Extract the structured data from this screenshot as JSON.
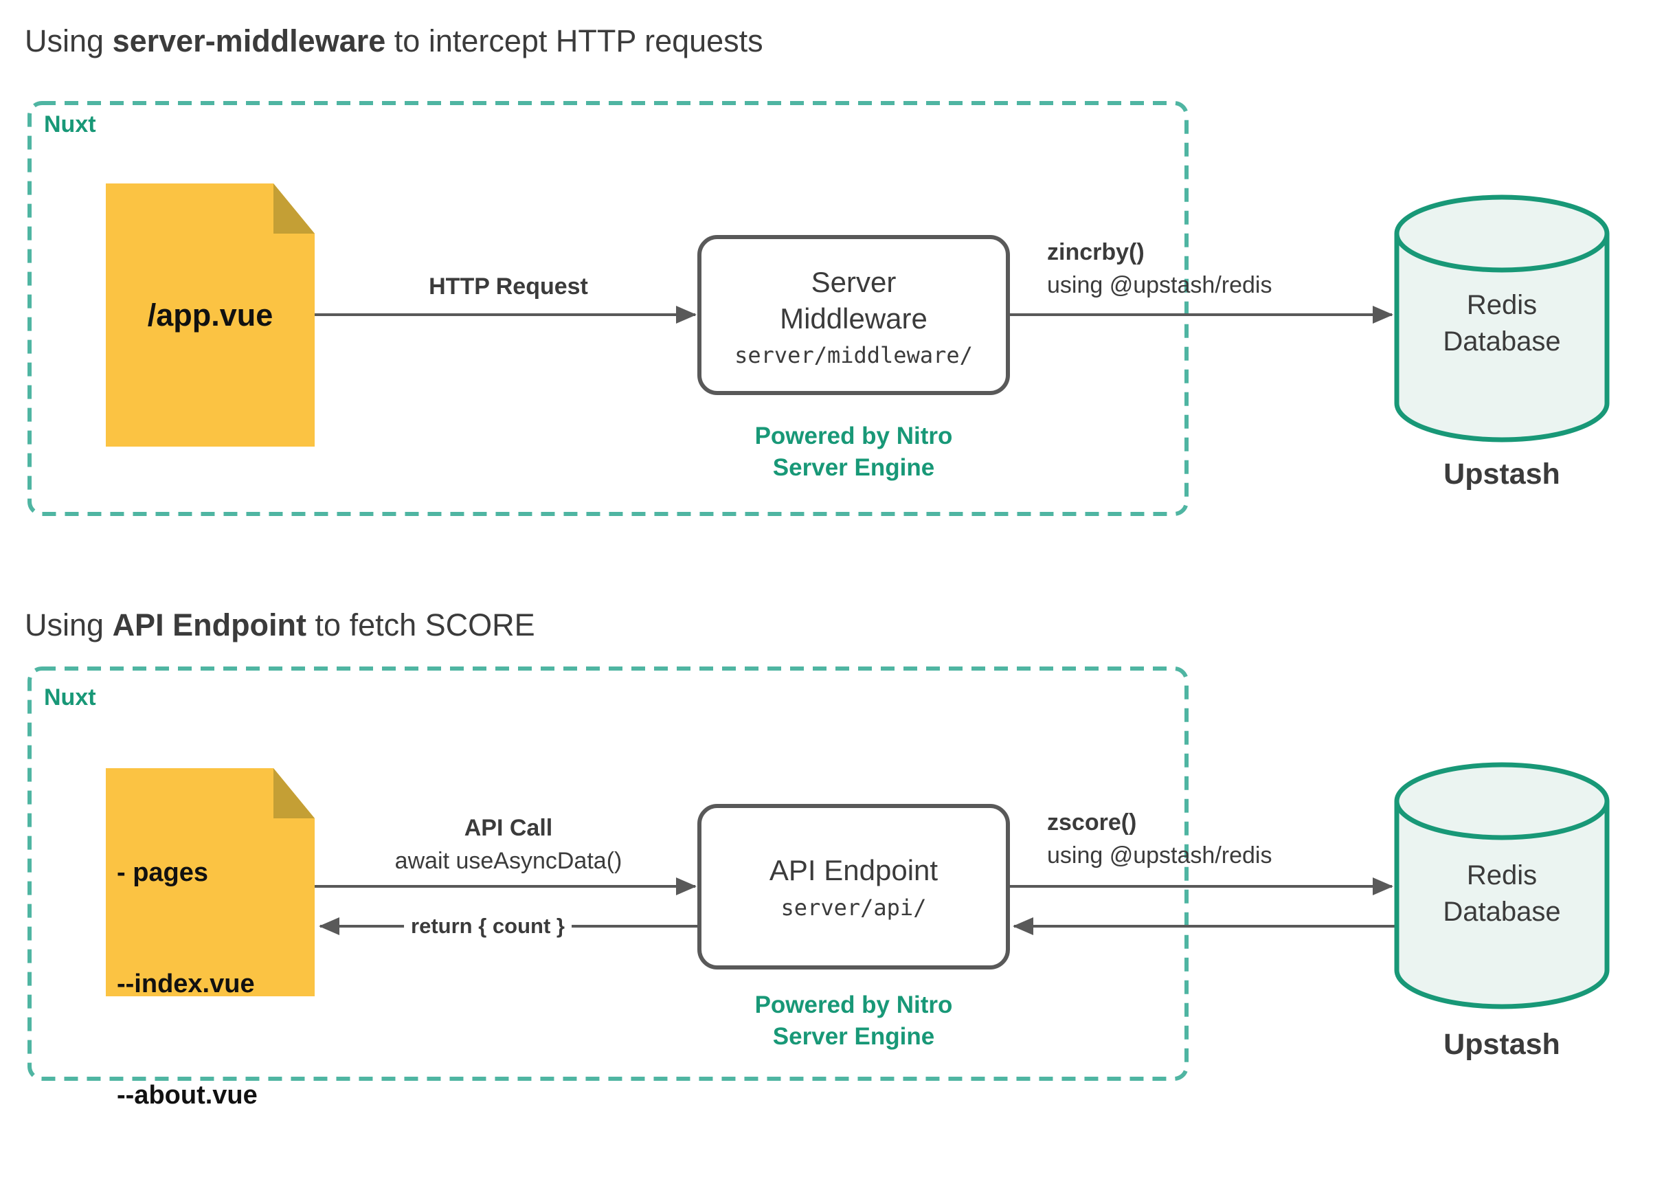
{
  "colors": {
    "teal-dash": "#4FB5A2",
    "teal-text": "#189877",
    "gray-stroke": "#595959",
    "dark-text": "#3A3A3A",
    "yellow": "#FBC343",
    "yellow-fold": "#C49F35",
    "cylinder-fill": "#EBF4F1",
    "white": "#FFFFFF"
  },
  "section1": {
    "title": {
      "prefix": "Using ",
      "bold": "server-middleware",
      "suffix": " to intercept HTTP requests"
    },
    "container_label": "Nuxt",
    "file": {
      "label": "/app.vue"
    },
    "request_arrow_label": "HTTP Request",
    "middleware_box": {
      "title_line1": "Server",
      "title_line2": "Middleware",
      "subtitle": "server/middleware/"
    },
    "powered_by": {
      "line1": "Powered by Nitro",
      "line2": "Server Engine"
    },
    "redis_call": {
      "fn": "zincrby()",
      "via": "using @upstash/redis"
    },
    "database": {
      "line1": "Redis",
      "line2": "Database",
      "caption": "Upstash"
    }
  },
  "section2": {
    "title": {
      "prefix": "Using ",
      "bold": "API Endpoint",
      "suffix": " to fetch SCORE"
    },
    "container_label": "Nuxt",
    "file": {
      "lines": [
        "- pages",
        "--index.vue",
        "--about.vue"
      ]
    },
    "api_call": {
      "label": "API Call",
      "sub": "await useAsyncData()"
    },
    "return_label": "return { count }",
    "endpoint_box": {
      "title": "API Endpoint",
      "subtitle": "server/api/"
    },
    "powered_by": {
      "line1": "Powered by Nitro",
      "line2": "Server Engine"
    },
    "redis_call": {
      "fn": "zscore()",
      "via": "using @upstash/redis"
    },
    "database": {
      "line1": "Redis",
      "line2": "Database",
      "caption": "Upstash"
    }
  }
}
